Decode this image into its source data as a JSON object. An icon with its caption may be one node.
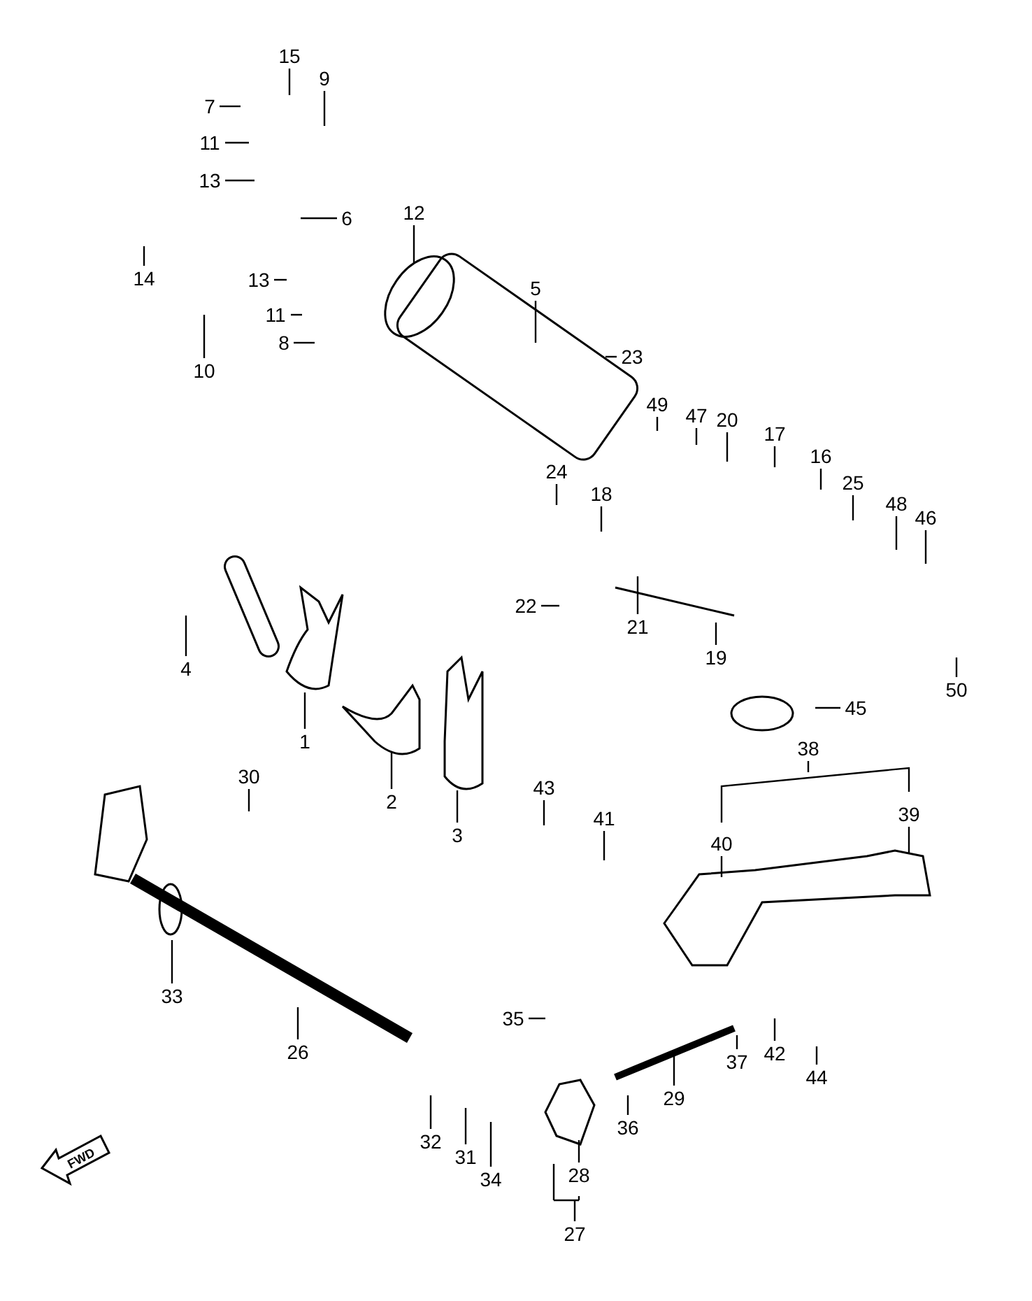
{
  "diagram": {
    "nodes": [
      {
        "text": [
          "15"
        ]
      },
      {
        "text": [
          "9"
        ]
      },
      {
        "text": [
          "7"
        ]
      },
      {
        "text": [
          "11"
        ]
      },
      {
        "text": [
          "13"
        ]
      },
      {
        "text": [
          "12"
        ]
      },
      {
        "text": [
          "6"
        ]
      },
      {
        "text": [
          "14"
        ]
      },
      {
        "text": [
          "13"
        ]
      },
      {
        "text": [
          "5"
        ]
      },
      {
        "text": [
          "11"
        ]
      },
      {
        "text": [
          "8"
        ]
      },
      {
        "text": [
          "23"
        ]
      },
      {
        "text": [
          "10"
        ]
      },
      {
        "text": [
          "49"
        ]
      },
      {
        "text": [
          "47"
        ]
      },
      {
        "text": [
          "20"
        ]
      },
      {
        "text": [
          "17"
        ]
      },
      {
        "text": [
          "16"
        ]
      },
      {
        "text": [
          "24"
        ]
      },
      {
        "text": [
          "25"
        ]
      },
      {
        "text": [
          "18"
        ]
      },
      {
        "text": [
          "48"
        ]
      },
      {
        "text": [
          "46"
        ]
      },
      {
        "text": [
          "22"
        ]
      },
      {
        "text": [
          "21"
        ]
      },
      {
        "text": [
          "19"
        ]
      },
      {
        "text": [
          "4"
        ]
      },
      {
        "text": [
          "50"
        ]
      },
      {
        "text": [
          "45"
        ]
      },
      {
        "text": [
          "1"
        ]
      },
      {
        "text": [
          "38"
        ]
      },
      {
        "text": [
          "30"
        ]
      },
      {
        "text": [
          "43"
        ]
      },
      {
        "text": [
          "2"
        ]
      },
      {
        "text": [
          "39"
        ]
      },
      {
        "text": [
          "41"
        ]
      },
      {
        "text": [
          "3"
        ]
      },
      {
        "text": [
          "40"
        ]
      },
      {
        "text": [
          "33"
        ]
      },
      {
        "text": [
          "35"
        ]
      },
      {
        "text": [
          "42"
        ]
      },
      {
        "text": [
          "26"
        ]
      },
      {
        "text": [
          "37"
        ]
      },
      {
        "text": [
          "44"
        ]
      },
      {
        "text": [
          "29"
        ]
      },
      {
        "text": [
          "36"
        ]
      },
      {
        "text": [
          "32"
        ]
      },
      {
        "text": [
          "31"
        ]
      },
      {
        "text": [
          "28"
        ]
      },
      {
        "text": [
          "34"
        ]
      },
      {
        "text": [
          "27"
        ]
      }
    ],
    "edges": [
      {
        "from": 0,
        "to": null,
        "arrow": "none"
      },
      {
        "from": 1,
        "to": null,
        "arrow": "none"
      },
      {
        "from": 2,
        "to": null,
        "arrow": "none"
      },
      {
        "from": 3,
        "to": null,
        "arrow": "none"
      },
      {
        "from": 4,
        "to": null,
        "arrow": "none"
      },
      {
        "from": 5,
        "to": null,
        "arrow": "none"
      },
      {
        "from": 6,
        "to": null,
        "arrow": "none"
      },
      {
        "from": 7,
        "to": null,
        "arrow": "none"
      },
      {
        "from": 8,
        "to": null,
        "arrow": "none"
      },
      {
        "from": 9,
        "to": null,
        "arrow": "none"
      },
      {
        "from": 10,
        "to": null,
        "arrow": "none"
      },
      {
        "from": 11,
        "to": null,
        "arrow": "none"
      },
      {
        "from": 12,
        "to": null,
        "arrow": "none"
      },
      {
        "from": 13,
        "to": null,
        "arrow": "none"
      },
      {
        "from": 14,
        "to": null,
        "arrow": "none"
      },
      {
        "from": 15,
        "to": null,
        "arrow": "none"
      },
      {
        "from": 16,
        "to": null,
        "arrow": "none"
      },
      {
        "from": 17,
        "to": null,
        "arrow": "none"
      },
      {
        "from": 18,
        "to": null,
        "arrow": "none"
      },
      {
        "from": 19,
        "to": null,
        "arrow": "none"
      },
      {
        "from": 20,
        "to": null,
        "arrow": "none"
      },
      {
        "from": 21,
        "to": null,
        "arrow": "none"
      },
      {
        "from": 22,
        "to": null,
        "arrow": "none"
      },
      {
        "from": 23,
        "to": null,
        "arrow": "none"
      },
      {
        "from": 24,
        "to": null,
        "arrow": "none"
      },
      {
        "from": 25,
        "to": null,
        "arrow": "none"
      },
      {
        "from": 26,
        "to": null,
        "arrow": "none"
      },
      {
        "from": 27,
        "to": null,
        "arrow": "none"
      },
      {
        "from": 28,
        "to": null,
        "arrow": "none"
      },
      {
        "from": 29,
        "to": null,
        "arrow": "none"
      },
      {
        "from": 30,
        "to": null,
        "arrow": "none"
      },
      {
        "from": 32,
        "to": null,
        "arrow": "none"
      },
      {
        "from": 33,
        "to": null,
        "arrow": "none"
      },
      {
        "from": 34,
        "to": null,
        "arrow": "none"
      },
      {
        "from": 35,
        "to": null,
        "arrow": "none"
      },
      {
        "from": 36,
        "to": null,
        "arrow": "none"
      },
      {
        "from": 37,
        "to": null,
        "arrow": "none"
      },
      {
        "from": 38,
        "to": null,
        "arrow": "none"
      },
      {
        "from": 39,
        "to": null,
        "arrow": "none"
      },
      {
        "from": 40,
        "to": null,
        "arrow": "none"
      },
      {
        "from": 41,
        "to": null,
        "arrow": "none"
      },
      {
        "from": 42,
        "to": null,
        "arrow": "none"
      },
      {
        "from": 43,
        "to": null,
        "arrow": "none"
      },
      {
        "from": 44,
        "to": null,
        "arrow": "none"
      },
      {
        "from": 45,
        "to": null,
        "arrow": "none"
      },
      {
        "from": 46,
        "to": null,
        "arrow": "none"
      },
      {
        "from": 47,
        "to": null,
        "arrow": "none"
      },
      {
        "from": 48,
        "to": null,
        "arrow": "none"
      },
      {
        "from": 49,
        "to": null,
        "arrow": "none"
      },
      {
        "from": 50,
        "to": null,
        "arrow": "none"
      }
    ],
    "labels": [
      "FWD"
    ]
  }
}
